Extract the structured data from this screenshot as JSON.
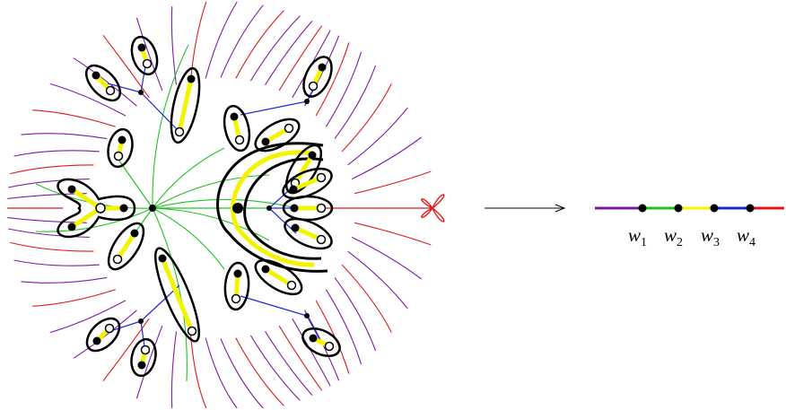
{
  "colors": {
    "purple": "#7a1fa2",
    "green": "#22c322",
    "yellow": "#f4f400",
    "blue": "#1c2ad6",
    "red": "#e01818",
    "black": "#000000"
  },
  "labels": {
    "w1": {
      "base": "w",
      "sub": "1"
    },
    "w2": {
      "base": "w",
      "sub": "2"
    },
    "w3": {
      "base": "w",
      "sub": "3"
    },
    "w4": {
      "base": "w",
      "sub": "4"
    }
  },
  "icons": {
    "arrow": "right-arrow-icon",
    "loop": "red-loop-icon"
  }
}
